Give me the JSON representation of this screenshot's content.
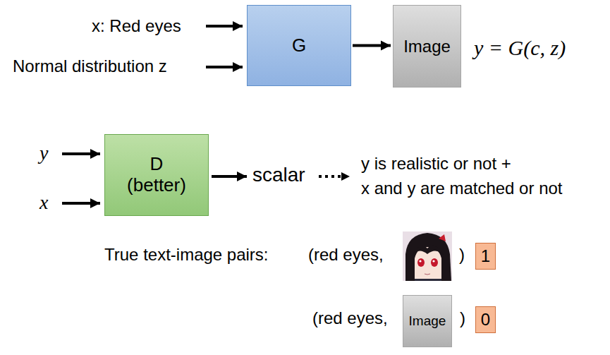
{
  "diagram": {
    "nodes": [
      {
        "text": [
          "G"
        ]
      },
      {
        "text": [
          "Image"
        ]
      },
      {
        "text": [
          "D",
          "(better)"
        ]
      },
      {
        "text": [
          "Image"
        ]
      },
      {
        "text": [
          "1"
        ]
      },
      {
        "text": [
          "0"
        ]
      }
    ],
    "edges": [
      {
        "from": 0,
        "to": 1,
        "arrow": "to"
      }
    ],
    "labels": [
      "x: Red eyes",
      "Normal distribution z",
      "y = G(c, z)",
      "y",
      "x",
      "scalar",
      "y is realistic or not +",
      "x and y are matched or not",
      "True text-image pairs:",
      "(red eyes,",
      ")",
      "(red eyes,",
      ")"
    ]
  }
}
